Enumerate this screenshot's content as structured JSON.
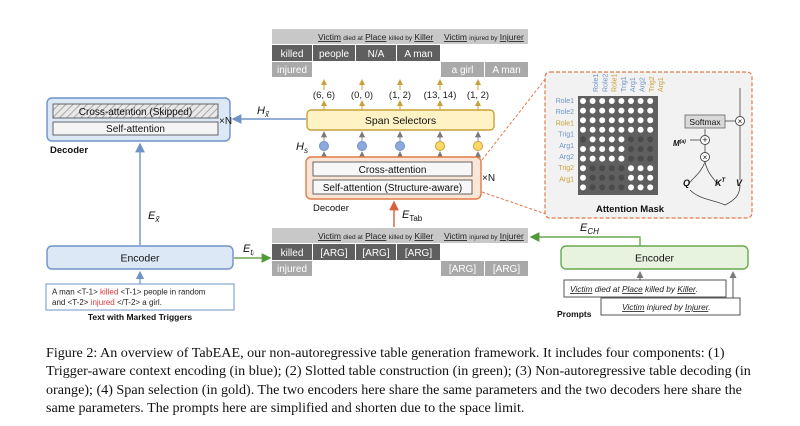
{
  "colors": {
    "blue_fill": "#dde8f7",
    "blue_stroke": "#6f93c7",
    "green_fill": "#e7f3df",
    "green_stroke": "#6aa84f",
    "orange_fill": "#fbe5d6",
    "orange_stroke": "#e07b4a",
    "gold_fill": "#fff2c4",
    "gold_stroke": "#c9a13a",
    "dark_cell": "#5f5f5f",
    "grey_cell": "#a9a9a9",
    "red_text": "#d93a3a"
  },
  "left_decoder": {
    "cross_attention_skipped": "Cross-attention (Skipped)",
    "self_attention": "Self-attention",
    "times_n": "×N",
    "label": "Decoder",
    "h_x_label": "H",
    "h_x_sub": "x̃"
  },
  "left_encoder": {
    "label": "Encoder",
    "e_x_label": "E",
    "e_x_sub": "x̃",
    "e_t_label": "E",
    "e_t_sub": "tᵢ"
  },
  "text_input": {
    "line1_a": "A man <T-1> ",
    "line1_trigger": "killed",
    "line1_b": " <T-1> people in random",
    "line2_a": "and <T-2> ",
    "line2_trigger": "injured",
    "line2_b": " </T-2> a girl.",
    "caption": "Text with Marked Triggers"
  },
  "top_table": {
    "header_victim1": "Victim",
    "header_died": "died at",
    "header_place": "Place",
    "header_killed_by": "killed by",
    "header_killer": "Killer",
    "header_victim2": "Victim",
    "header_injured_by": "injured by",
    "header_injurer": "Injurer",
    "row1": [
      "killed",
      "people",
      "N/A",
      "A man"
    ],
    "row2": [
      "injured",
      "a girl",
      "A man"
    ]
  },
  "spans": [
    "(6, 6)",
    "(0, 0)",
    "(1, 2)",
    "(13, 14)",
    "(1, 2)"
  ],
  "center": {
    "span_selectors": "Span Selectors",
    "h_s_label": "H",
    "h_s_sub": "s",
    "cross_attention": "Cross-attention",
    "self_attention_structure": "Self-attention (Structure-aware)",
    "times_n": "×N",
    "decoder_label": "Decoder",
    "e_tab_label": "E",
    "e_tab_sub": "Tab"
  },
  "bottom_table": {
    "header_victim1": "Victim",
    "header_died": "died at",
    "header_place": "Place",
    "header_killed_by": "killed by",
    "header_killer": "Killer",
    "header_victim2": "Victim",
    "header_injured_by": "injured by",
    "header_injurer": "Injurer",
    "row1": [
      "killed",
      "[ARG]",
      "[ARG]",
      "[ARG]"
    ],
    "row2": [
      "injured",
      "[ARG]",
      "[ARG]"
    ]
  },
  "attention_mask": {
    "col_labels": [
      "Role1",
      "Role2",
      "Role1",
      "Trig1",
      "Arg1",
      "Arg2",
      "Trig2",
      "Arg1"
    ],
    "row_labels": [
      "Role1",
      "Role2",
      "Role1",
      "Trig1",
      "Arg1",
      "Arg2",
      "Trig2",
      "Arg1"
    ],
    "label": "Attention Mask",
    "softmax": "Softmax",
    "m_label": "M",
    "m_sup": "(a)",
    "q_label": "Q",
    "k_label": "K",
    "k_sup": "T",
    "v_label": "V",
    "times_symbol": "×",
    "plus_symbol": "+"
  },
  "right_encoder": {
    "label": "Encoder",
    "e_ch_label": "E",
    "e_ch_sub": "CH"
  },
  "prompts": {
    "p1_victim": "Victim",
    "p1_died": " died at ",
    "p1_place": "Place",
    "p1_killed": " killed by ",
    "p1_killer": "Killer",
    "p1_end": ".",
    "p2_victim": "Victim",
    "p2_injured": " injured by ",
    "p2_injurer": "Injurer",
    "p2_end": ".",
    "label": "Prompts"
  },
  "caption": "Figure 2: An overview of TabEAE, our non-autoregressive table generation framework. It includes four components: (1) Trigger-aware context encoding (in blue); (2) Slotted table construction (in green); (3) Non-autoregressive table decoding (in orange); (4) Span selection (in gold). The two encoders here share the same parameters and the two decoders here share the same parameters. The prompts here are simplified and shorten due to the space limit."
}
